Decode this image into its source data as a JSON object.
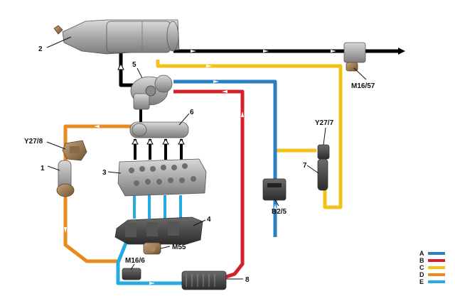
{
  "components": {
    "c2": "2",
    "c5": "5",
    "c6": "6",
    "c3": "3",
    "c1": "1",
    "c4": "4",
    "c7": "7",
    "c8": "8",
    "y27_8": "Y27/8",
    "y27_7": "Y27/7",
    "m16_57": "M16/57",
    "m16_6": "M16/6",
    "m55": "M55",
    "b2_5": "B2/5"
  },
  "legend": [
    {
      "letter": "A",
      "color": "#2a7fc0"
    },
    {
      "letter": "B",
      "color": "#d4202a"
    },
    {
      "letter": "C",
      "color": "#f2c21b"
    },
    {
      "letter": "D",
      "color": "#e88a1e"
    },
    {
      "letter": "E",
      "color": "#27a9e1"
    }
  ],
  "line_colors": {
    "exhaust": "#000000",
    "blue_dark": "#2a7fc0",
    "red": "#d4202a",
    "yellow": "#f2c21b",
    "orange": "#e88a1e",
    "blue_light": "#27a9e1"
  }
}
